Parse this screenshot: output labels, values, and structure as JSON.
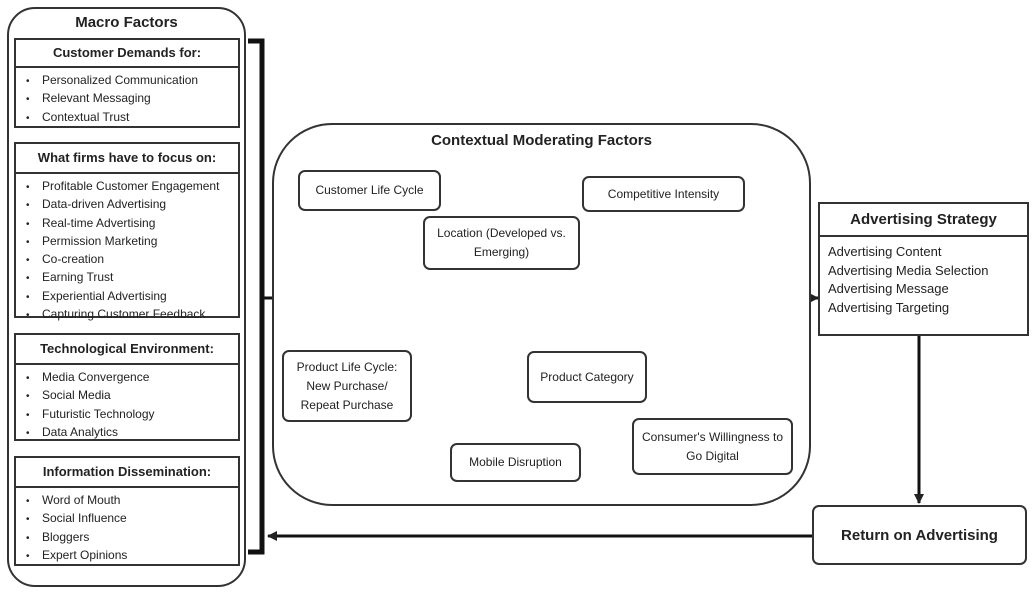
{
  "macro": {
    "title": "Macro Factors",
    "sections": [
      {
        "header": "Customer Demands for:",
        "items": [
          "Personalized Communication",
          "Relevant Messaging",
          "Contextual Trust"
        ]
      },
      {
        "header": "What firms have to focus on:",
        "items": [
          "Profitable Customer Engagement",
          "Data-driven Advertising",
          "Real-time Advertising",
          "Permission Marketing",
          "Co-creation",
          "Earning Trust",
          "Experiential Advertising",
          "Capturing Customer Feedback"
        ]
      },
      {
        "header": "Technological Environment:",
        "items": [
          "Media Convergence",
          "Social Media",
          "Futuristic Technology",
          "Data Analytics"
        ]
      },
      {
        "header": "Information Dissemination:",
        "items": [
          "Word of Mouth",
          "Social Influence",
          "Bloggers",
          "Expert Opinions"
        ]
      }
    ]
  },
  "contextual": {
    "title": "Contextual Moderating Factors",
    "customer_life_cycle": "Customer Life Cycle",
    "location": "Location (Developed vs. Emerging)",
    "competitive_intensity": "Competitive Intensity",
    "product_life_cycle": "Product Life Cycle: New Purchase/ Repeat Purchase",
    "mobile_disruption": "Mobile Disruption",
    "product_category": "Product Category",
    "willingness": "Consumer's Willingness to Go Digital"
  },
  "strategy": {
    "title": "Advertising Strategy",
    "items": [
      "Advertising Content",
      "Advertising Media Selection",
      "Advertising Message",
      "Advertising Targeting"
    ]
  },
  "return": {
    "title": "Return on Advertising"
  }
}
